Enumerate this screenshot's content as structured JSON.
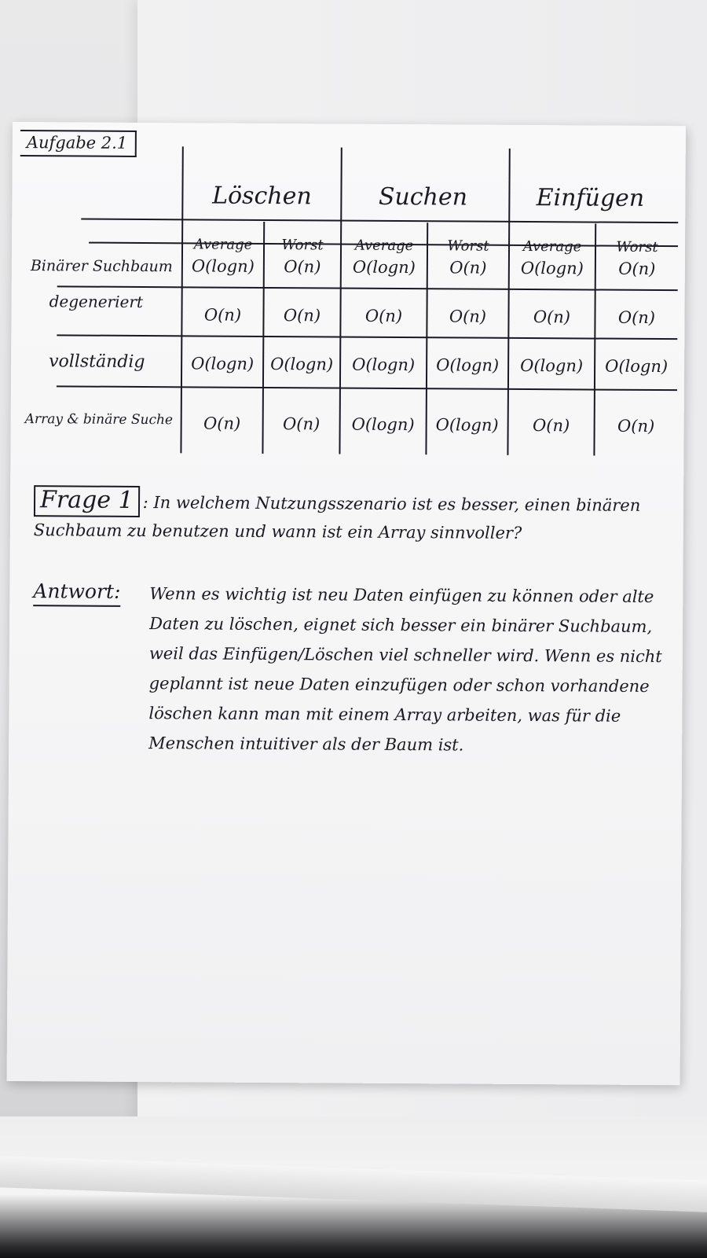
{
  "task_label": "Aufgabe 2.1",
  "table": {
    "groups": [
      "Löschen",
      "Suchen",
      "Einfügen"
    ],
    "subheaders": [
      "Average",
      "Worst",
      "Average",
      "Worst",
      "Average",
      "Worst"
    ],
    "rows": [
      {
        "label": "Binärer Suchbaum",
        "cells": [
          "O(logn)",
          "O(n)",
          "O(logn)",
          "O(n)",
          "O(logn)",
          "O(n)"
        ]
      },
      {
        "label": "degeneriert",
        "cells": [
          "O(n)",
          "O(n)",
          "O(n)",
          "O(n)",
          "O(n)",
          "O(n)"
        ]
      },
      {
        "label": "vollständig",
        "cells": [
          "O(logn)",
          "O(logn)",
          "O(logn)",
          "O(logn)",
          "O(logn)",
          "O(logn)"
        ]
      },
      {
        "label": "Array & binäre Suche",
        "cells": [
          "O(n)",
          "O(n)",
          "O(logn)",
          "O(logn)",
          "O(n)",
          "O(n)"
        ]
      }
    ]
  },
  "question": {
    "label": "Frage 1",
    "text": ": In welchem Nutzungsszenario ist es besser, einen binären Suchbaum zu benutzen und wann ist ein Array sinnvoller?"
  },
  "answer": {
    "label": "Antwort:",
    "text": "Wenn es wichtig ist neu Daten einfügen zu können oder alte Daten zu löschen, eignet sich besser ein binärer Suchbaum, weil das Einfügen/Löschen viel schneller wird. Wenn es nicht geplannt ist neue Daten einzufügen oder schon vorhandene löschen kann man mit einem Array arbeiten, was für die Menschen intuitiver als der Baum ist."
  }
}
